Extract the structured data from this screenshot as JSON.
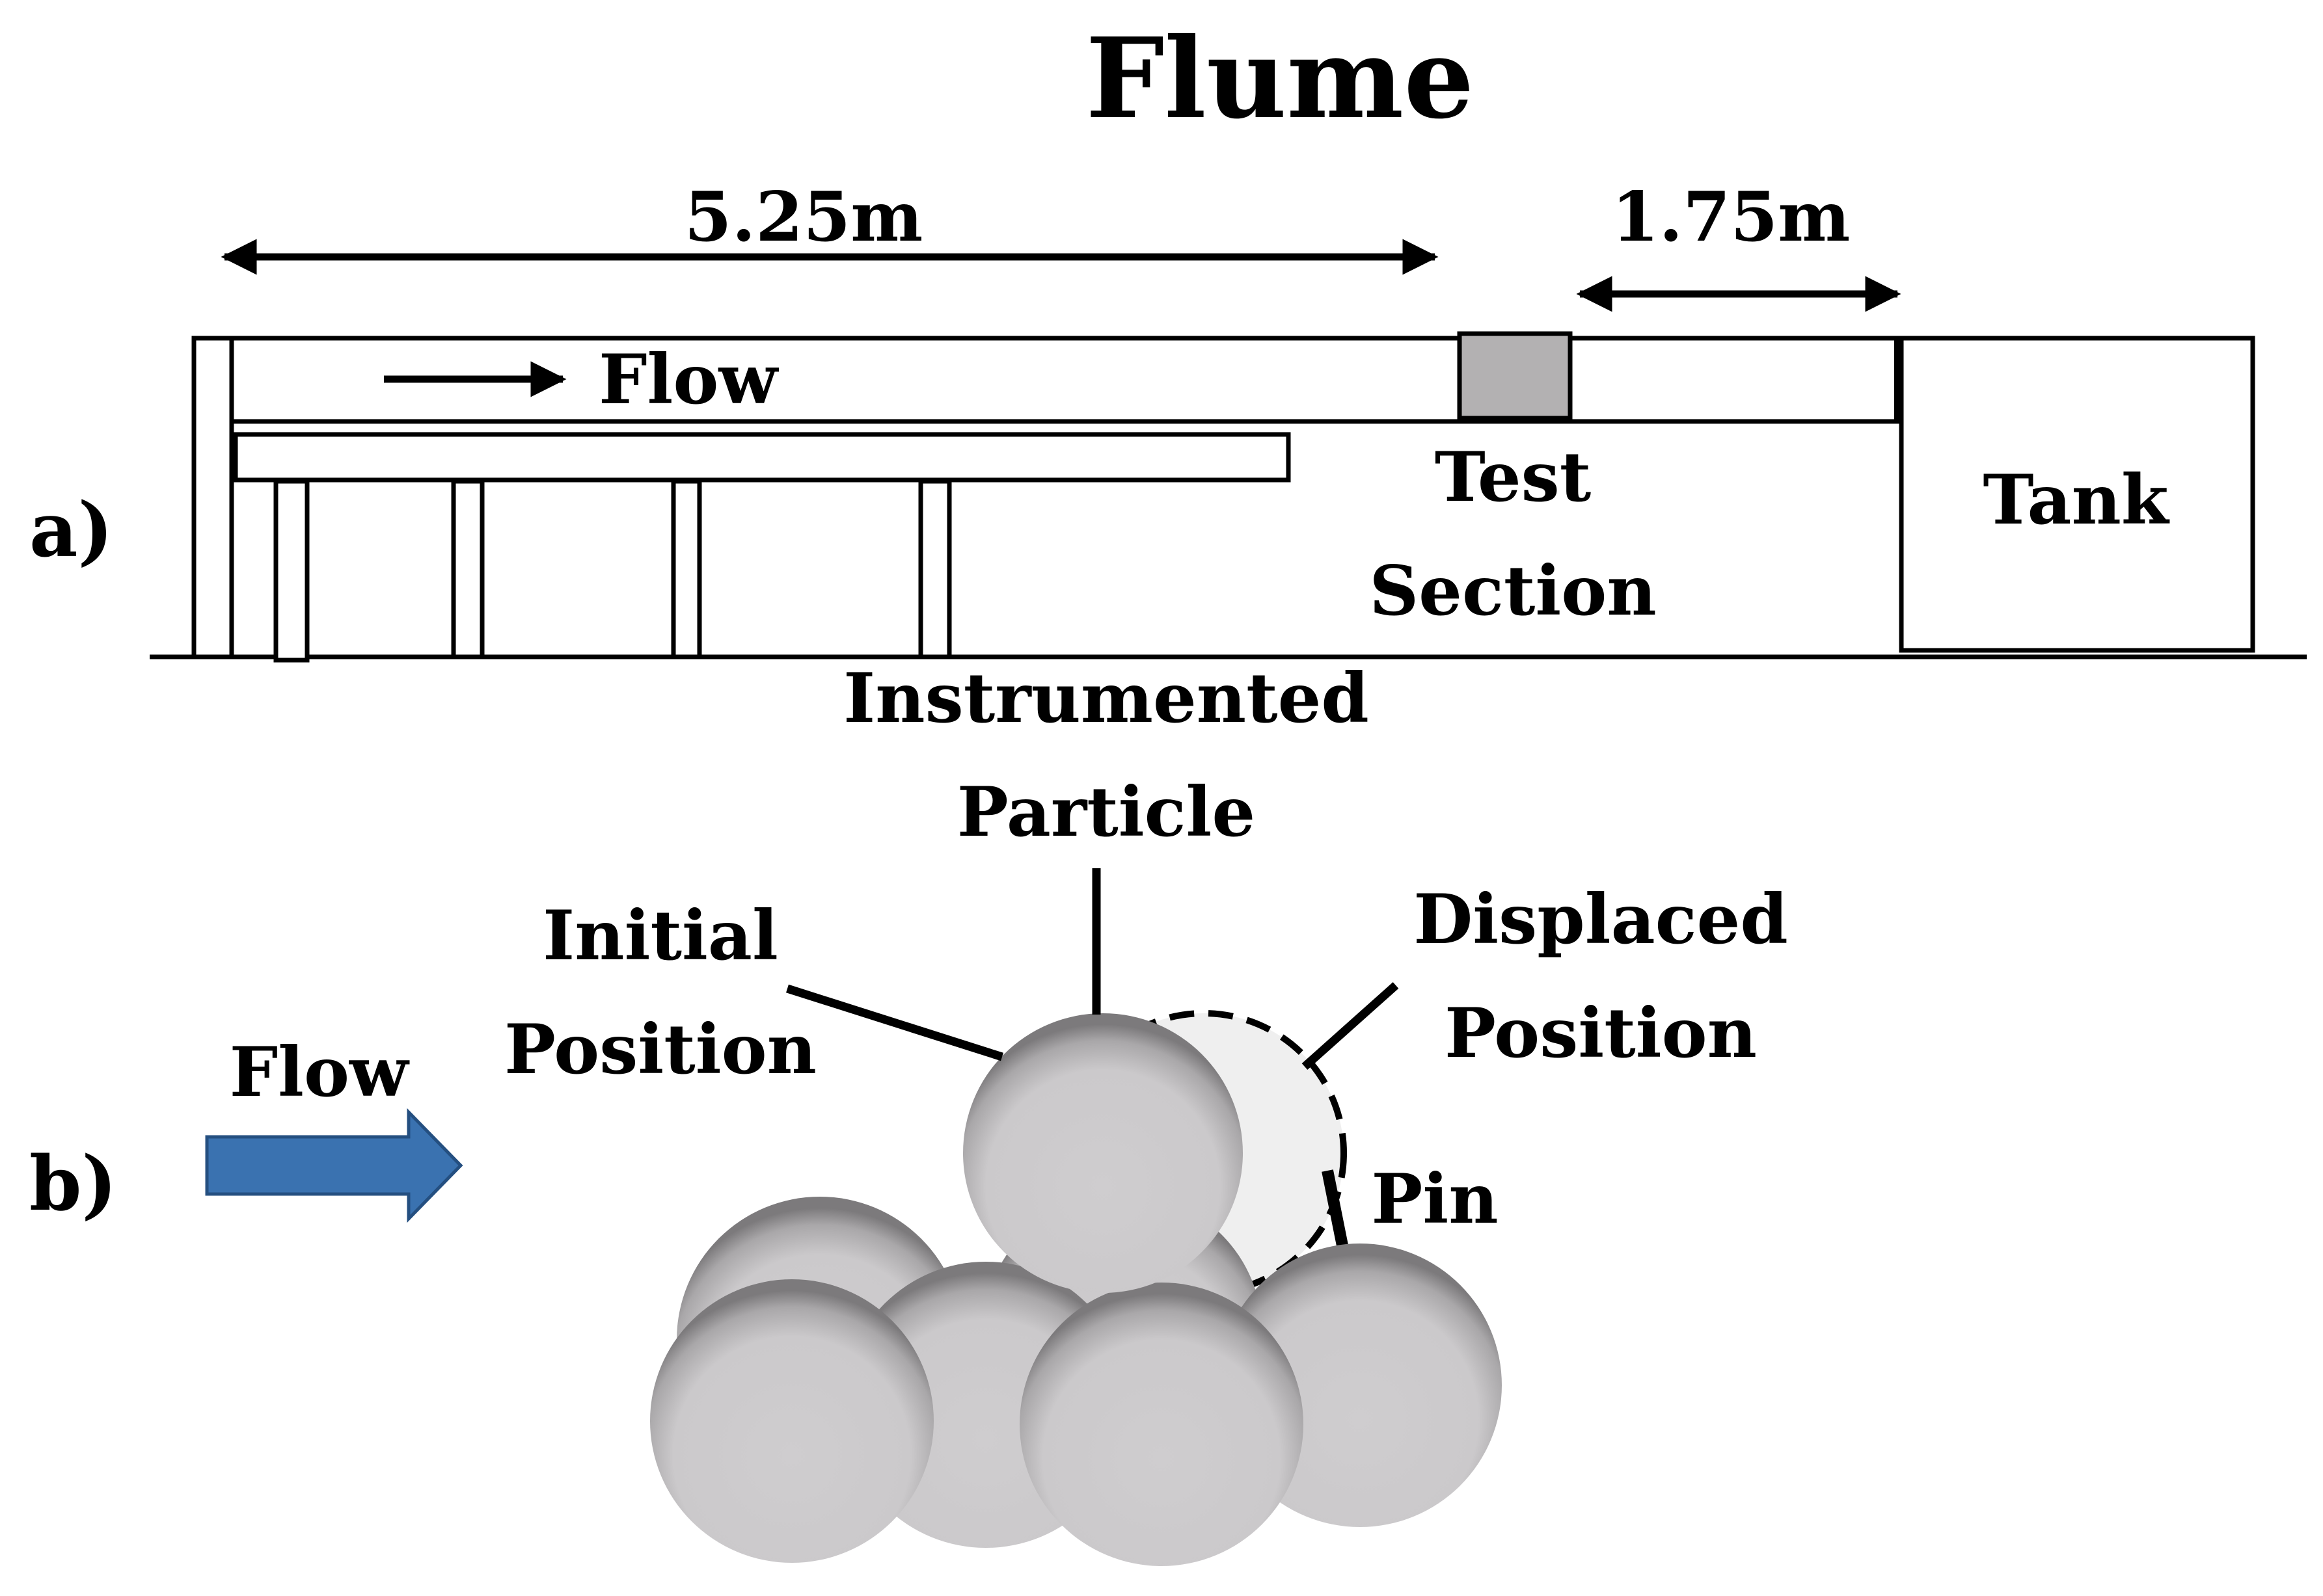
{
  "title": "Flume",
  "panel_a": {
    "label": "a)",
    "dim_left": "5.25m",
    "dim_right": "1.75m",
    "flow_label": "Flow",
    "test_section_line1": "Test",
    "test_section_line2": "Section",
    "tank_label": "Tank"
  },
  "panel_b": {
    "label": "b)",
    "flow_label": "Flow",
    "instrumented_line1": "Instrumented",
    "instrumented_line2": "Particle",
    "initial_line1": "Initial",
    "initial_line2": "Position",
    "displaced_line1": "Displaced",
    "displaced_line2": "Position",
    "pin_label": "Pin"
  },
  "colors": {
    "flow_arrow": "#3a72b0",
    "test_block": "#b3b1b2",
    "sphere": "#cfcdcf",
    "displaced_fill": "#efefef"
  }
}
